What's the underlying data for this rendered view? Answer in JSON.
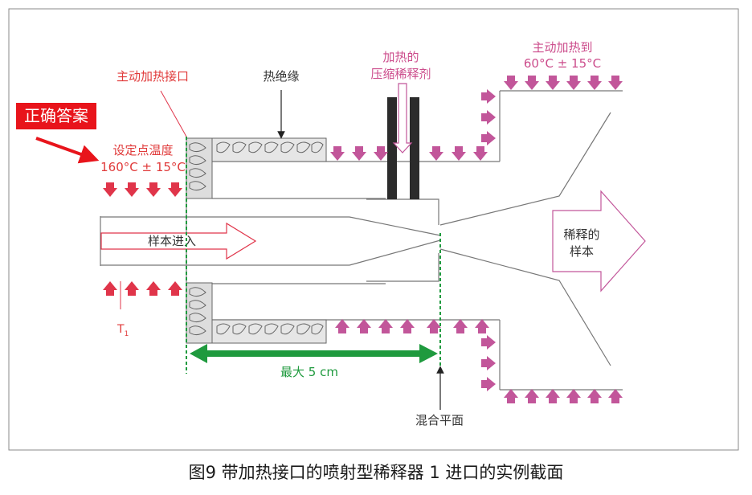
{
  "labels": {
    "heated_port": "主动加热接口",
    "insulation": "热绝缘",
    "comp_line1": "加热的",
    "comp_line2": "压缩稀释剂",
    "heat_to_line1": "主动加热到",
    "heat_to_line2": "60°C ± 15°C",
    "answer_badge": "正确答案",
    "setpoint_line1": "设定点温度",
    "setpoint_line2": "160°C ± 15°C",
    "sample_in": "样本进入",
    "diluted_line1": "稀释的",
    "diluted_line2": "样本",
    "t1_main": "T",
    "t1_sub": "1",
    "max_dist": "最大 5 cm",
    "mixing_plane": "混合平面"
  },
  "caption": "图9   带加热接口的喷射型稀释器 1 进口的实例截面",
  "colors": {
    "red_arrow": "#e0354a",
    "purple_arrow": "#c2569a",
    "green": "#1f9a3e",
    "red_text": "#e03a3a",
    "pink_text": "#cc4d8c",
    "badge": "#e8141b"
  }
}
